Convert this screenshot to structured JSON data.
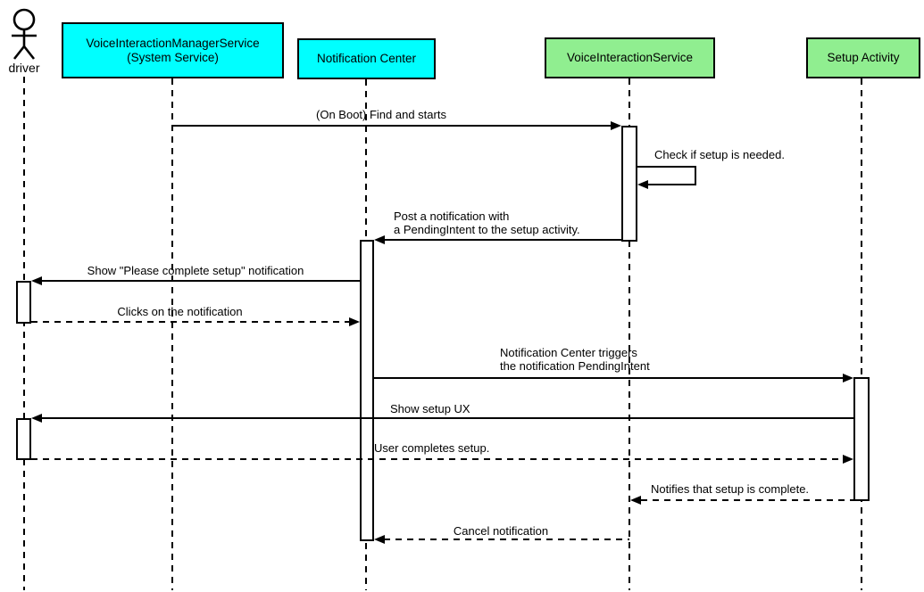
{
  "diagram": {
    "type": "uml-sequence-diagram",
    "background_color": "#ffffff",
    "line_color": "#000000",
    "system_service_fill": "#00ffff",
    "app_component_fill": "#90ee90"
  },
  "actor": {
    "label": "driver"
  },
  "participants": [
    {
      "id": "vims",
      "label": "VoiceInteractionManagerService\n(System Service)",
      "fill": "#00ffff"
    },
    {
      "id": "notification-center",
      "label": "Notification Center",
      "fill": "#00ffff"
    },
    {
      "id": "vis",
      "label": "VoiceInteractionService",
      "fill": "#90ee90"
    },
    {
      "id": "setup-activity",
      "label": "Setup Activity",
      "fill": "#90ee90"
    }
  ],
  "messages": [
    {
      "label": "(On Boot) Find and starts",
      "type": "solid",
      "from": "VoiceInteractionManagerService (System Service)",
      "to": "VoiceInteractionService"
    },
    {
      "label": "Check if setup is needed.",
      "type": "self",
      "from": "VoiceInteractionService",
      "to": "VoiceInteractionService"
    },
    {
      "label": "Post a notification with\na PendingIntent to the setup activity.",
      "type": "solid",
      "from": "VoiceInteractionService",
      "to": "Notification Center"
    },
    {
      "label": "Show \"Please complete setup\" notification",
      "type": "solid",
      "from": "Notification Center",
      "to": "driver"
    },
    {
      "label": "Clicks on the notification",
      "type": "dashed",
      "from": "driver",
      "to": "Notification Center"
    },
    {
      "label": "Notification Center triggers\nthe notification PendingIntent",
      "type": "solid",
      "from": "Notification Center",
      "to": "Setup Activity"
    },
    {
      "label": "Show setup UX",
      "type": "solid",
      "from": "Setup Activity",
      "to": "driver"
    },
    {
      "label": "User completes setup.",
      "type": "dashed",
      "from": "driver",
      "to": "Setup Activity"
    },
    {
      "label": "Notifies that setup is complete.",
      "type": "dashed",
      "from": "Setup Activity",
      "to": "VoiceInteractionService"
    },
    {
      "label": "Cancel notification",
      "type": "dashed",
      "from": "VoiceInteractionService",
      "to": "Notification Center"
    }
  ]
}
